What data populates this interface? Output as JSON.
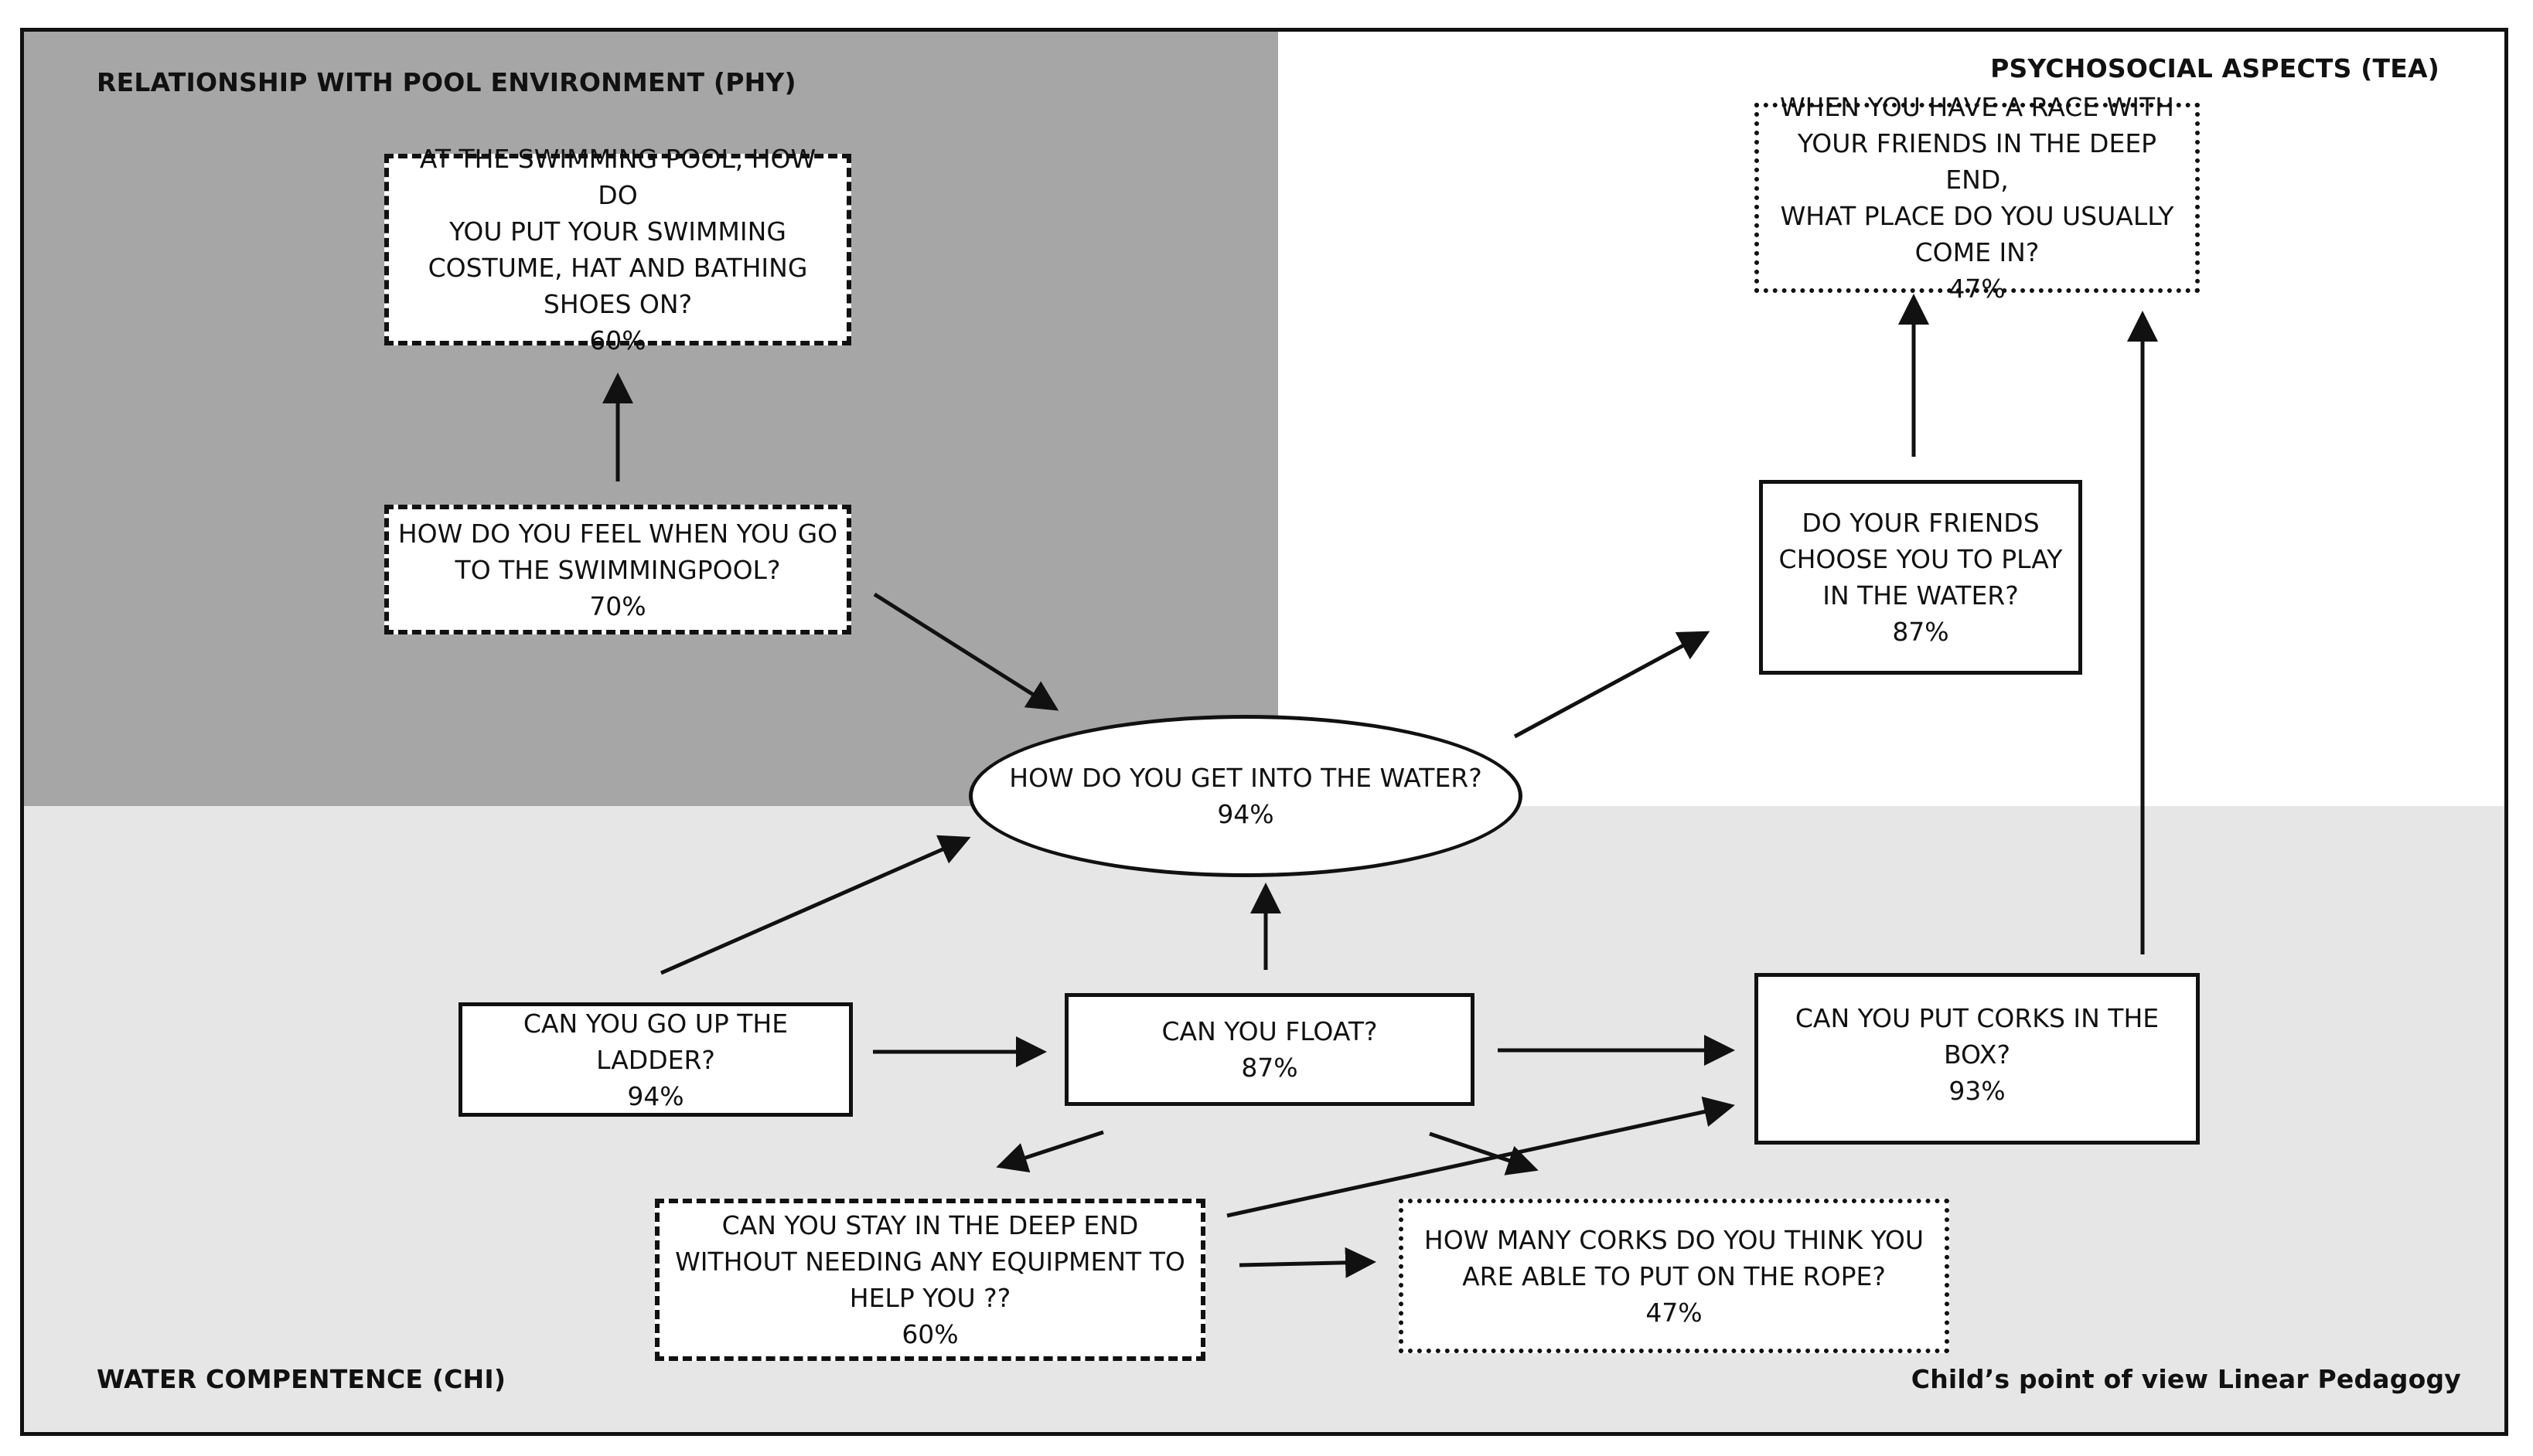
{
  "regions": {
    "phy": "RELATIONSHIP WITH POOL ENVIRONMENT (PHY)",
    "tea": "PSYCHOSOCIAL ASPECTS (TEA)",
    "chi": "WATER COMPENTENCE (CHI)",
    "caption": "Child’s point of view Linear Pedagogy"
  },
  "nodes": {
    "costume": {
      "question": "AT THE SWIMMING POOL, HOW DO\nYOU PUT YOUR SWIMMING\nCOSTUME, HAT AND BATHING\nSHOES ON?",
      "percent": "60%"
    },
    "feel": {
      "question": "HOW DO YOU FEEL WHEN YOU GO\nTO THE SWIMMINGPOOL?",
      "percent": "70%"
    },
    "get_in": {
      "question": "HOW DO YOU GET INTO THE WATER?",
      "percent": "94%"
    },
    "race": {
      "question": "WHEN YOU HAVE A RACE WITH\nYOUR FRIENDS IN THE DEEP END,\nWHAT PLACE DO YOU USUALLY\nCOME IN?",
      "percent": "47%"
    },
    "friends": {
      "question": "DO YOUR FRIENDS\nCHOOSE YOU TO PLAY\nIN THE WATER?",
      "percent": "87%"
    },
    "ladder": {
      "question": "CAN YOU GO UP THE\nLADDER?",
      "percent": "94%"
    },
    "float": {
      "question": "CAN YOU FLOAT?",
      "percent": "87%"
    },
    "corks_box": {
      "question": "CAN YOU PUT CORKS IN THE BOX?",
      "percent": "93%"
    },
    "deep_end": {
      "question": "CAN YOU STAY IN THE DEEP END\nWITHOUT NEEDING ANY EQUIPMENT TO\nHELP YOU ??",
      "percent": "60%"
    },
    "corks_rope": {
      "question": "HOW MANY CORKS DO YOU THINK YOU\nARE ABLE TO PUT ON THE ROPE?",
      "percent": "47%"
    }
  },
  "colors": {
    "phy_region": "#a6a6a6",
    "tea_region": "#ffffff",
    "chi_region": "#e6e6e6",
    "stroke": "#111111"
  }
}
